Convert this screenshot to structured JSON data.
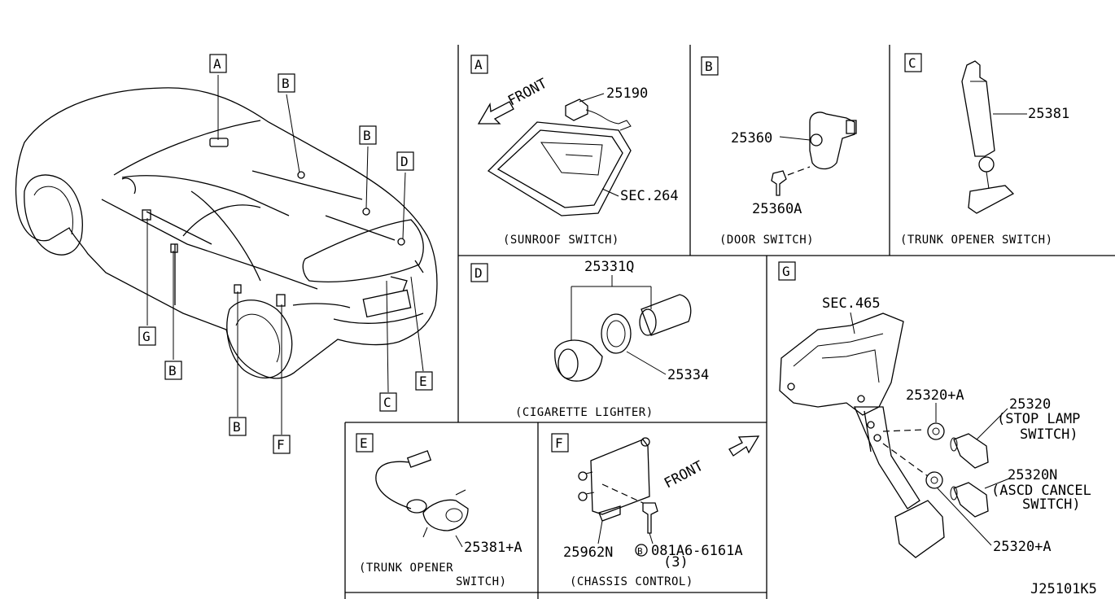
{
  "drawing_number": "J25101K5",
  "vehicle_callouts": {
    "A": "A",
    "B1": "B",
    "B2": "B",
    "B3": "B",
    "B4": "B",
    "C": "C",
    "D": "D",
    "E": "E",
    "F": "F",
    "G": "G"
  },
  "panels": {
    "A": {
      "letter": "A",
      "front": "FRONT",
      "parts": [
        "25190",
        "SEC.264"
      ],
      "caption": "(SUNROOF SWITCH)"
    },
    "B": {
      "letter": "B",
      "parts": [
        "25360",
        "25360A"
      ],
      "caption": "(DOOR SWITCH)"
    },
    "C": {
      "letter": "C",
      "parts": [
        "25381"
      ],
      "caption": "(TRUNK OPENER SWITCH)"
    },
    "D": {
      "letter": "D",
      "parts": [
        "25331Q",
        "25334"
      ],
      "caption": "(CIGARETTE LIGHTER)"
    },
    "E": {
      "letter": "E",
      "parts": [
        "25381+A"
      ],
      "caption_line1": "(TRUNK OPENER",
      "caption_line2": "SWITCH)"
    },
    "F": {
      "letter": "F",
      "front": "FRONT",
      "parts": [
        "25962N",
        "081A6-6161A",
        "(3)"
      ],
      "bolt_marker": "B",
      "caption": "(CHASSIS CONTROL)"
    },
    "G": {
      "letter": "G",
      "parts": [
        "SEC.465",
        "25320+A",
        "25320",
        "25320N",
        "25320+A"
      ],
      "stop_lamp_line1": "(STOP LAMP",
      "stop_lamp_line2": "SWITCH)",
      "ascd_line1": "(ASCD CANCEL",
      "ascd_line2": "SWITCH)"
    }
  }
}
